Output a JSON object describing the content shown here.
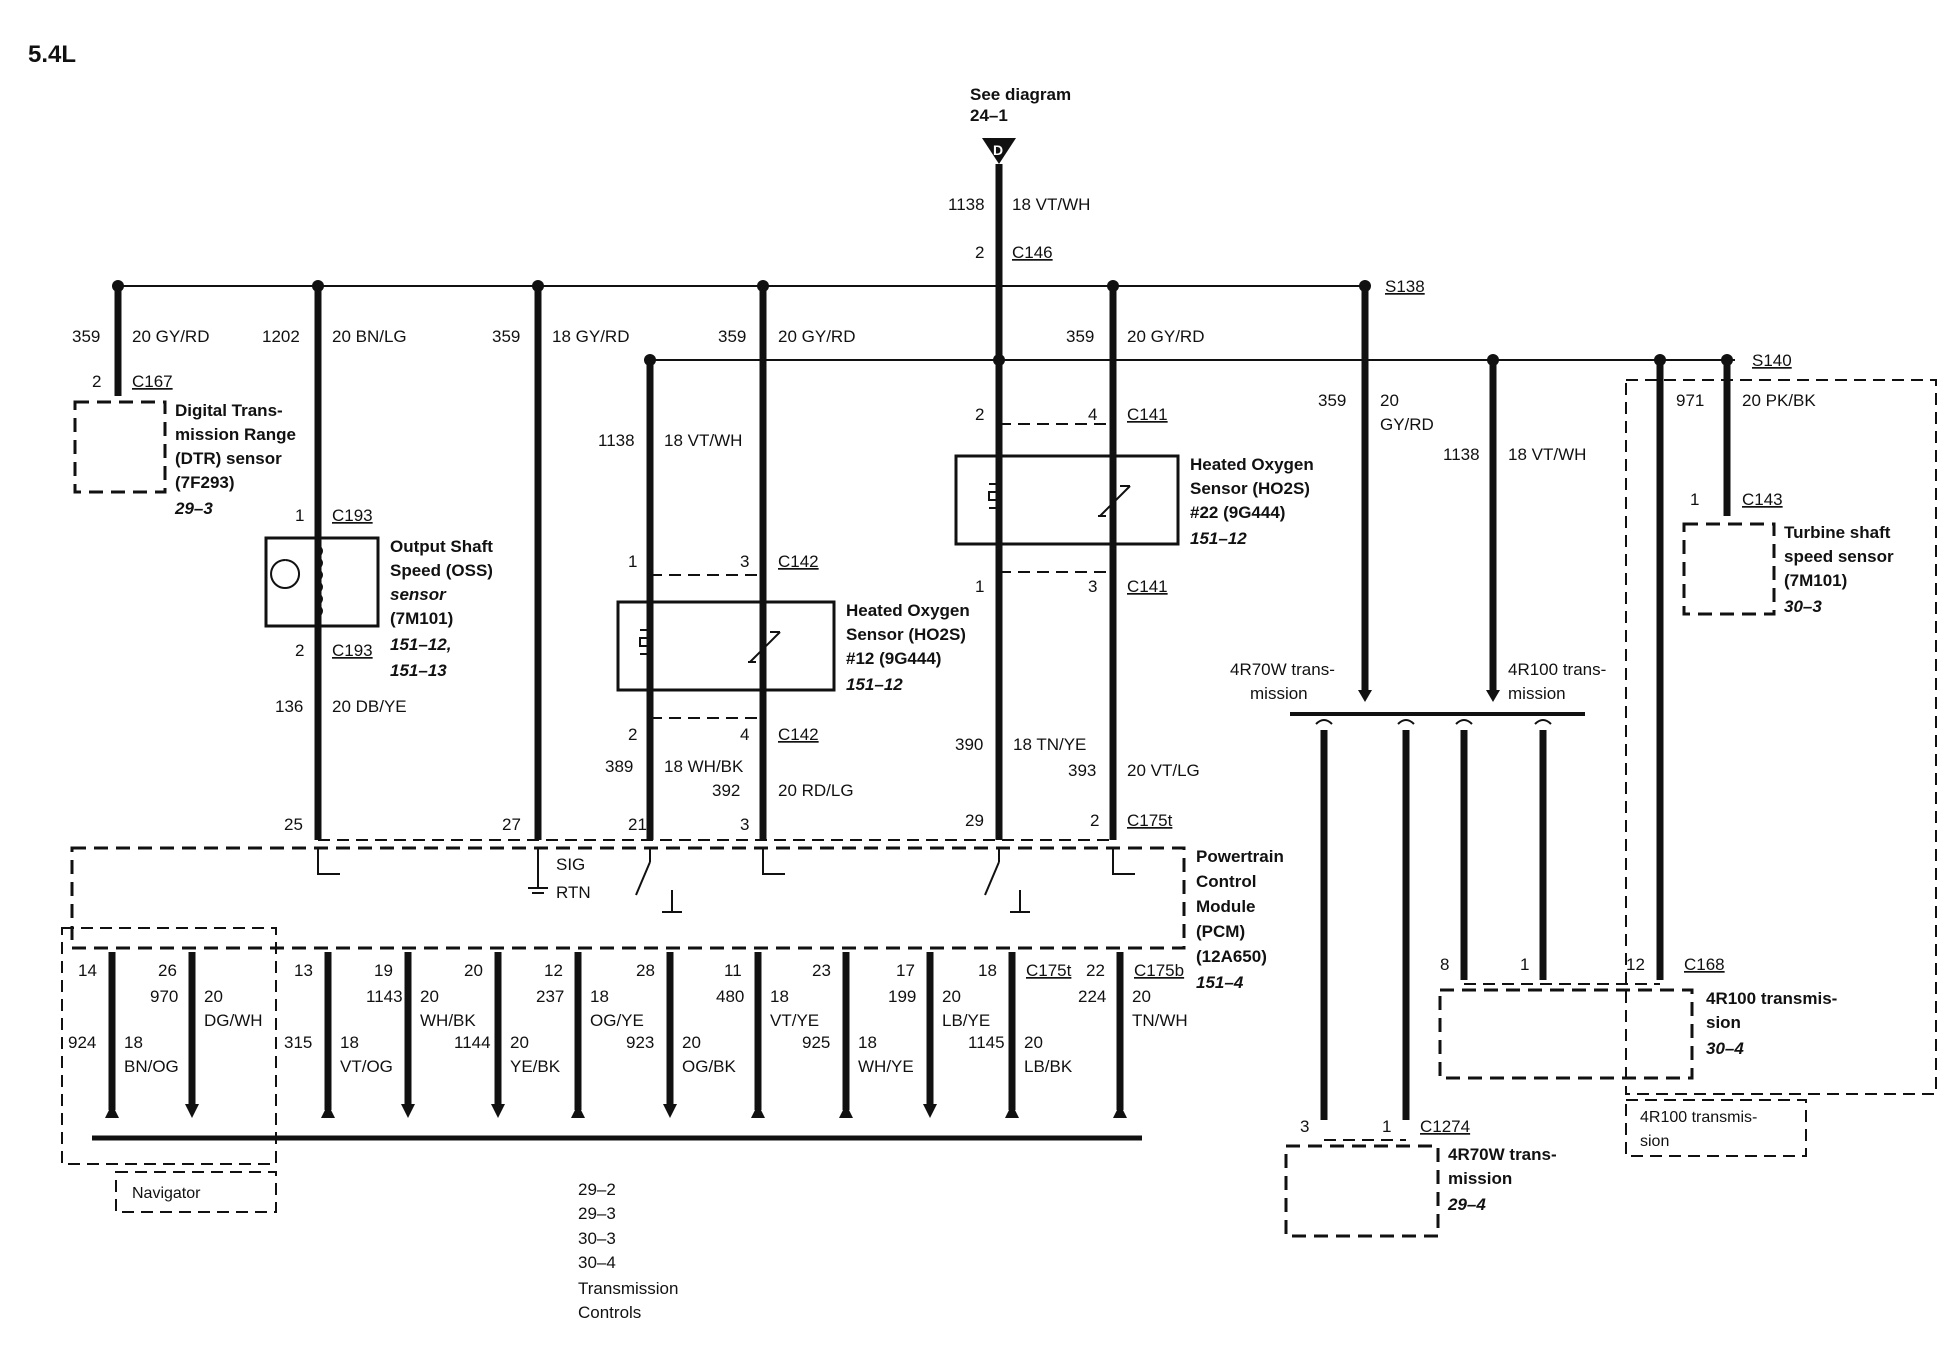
{
  "title": "5.4L",
  "reference": {
    "label": "See diagram",
    "page": "24–1",
    "connector_letter": "D"
  },
  "connectors": {
    "c146": "C146",
    "c167": "C167",
    "c193a": "C193",
    "c193b": "C193",
    "c142a": "C142",
    "c142b": "C142",
    "c141a": "C141",
    "c141b": "C141",
    "c175t": "C175t",
    "c175t_lower": "C175t",
    "c175b": "C175b",
    "c143": "C143",
    "c168": "C168",
    "c1274": "C1274",
    "s138": "S138",
    "s140": "S140"
  },
  "wires": {
    "top_circuit": "1138",
    "top_label": "18 VT/WH",
    "top_pin": "2",
    "dtr_circuit": "359",
    "dtr_label": "20 GY/RD",
    "dtr_pin": "2",
    "oss_circuit": "1202",
    "oss_label": "20 BN/LG",
    "sig_circuit": "359",
    "sig_label": "18 GY/RD",
    "ho12_top_circuit": "359",
    "ho12_top_label": "20 GY/RD",
    "ho12_left_circuit": "1138",
    "ho12_left_label": "18 VT/WH",
    "ho22_top_circuit": "359",
    "ho22_top_label": "20 GY/RD",
    "s138_circuit": "359",
    "s138_label_a": "20",
    "s138_label_b": "GY/RD",
    "r100_circuit": "1138",
    "r100_label": "18 VT/WH",
    "tss_circuit": "971",
    "tss_label": "20 PK/BK",
    "oss_out_circuit": "136",
    "oss_out_label": "20 DB/YE",
    "ho12_out_a_circuit": "389",
    "ho12_out_a_label": "18 WH/BK",
    "ho12_out_b_circuit": "392",
    "ho12_out_b_label": "20 RD/LG",
    "ho22_out_a_circuit": "390",
    "ho22_out_a_label": "18 TN/YE",
    "ho22_out_b_circuit": "393",
    "ho22_out_b_label": "20 VT/LG"
  },
  "pins": {
    "oss_1": "1",
    "oss_2": "2",
    "ho12_1": "1",
    "ho12_3": "3",
    "ho12_2": "2",
    "ho12_4": "4",
    "ho22_2": "2",
    "ho22_4": "4",
    "ho22_1": "1",
    "ho22_3": "3",
    "pcm_25": "25",
    "pcm_27": "27",
    "pcm_21": "21",
    "pcm_3": "3",
    "pcm_29": "29",
    "pcm_2": "2",
    "tss_1": "1",
    "c168_8": "8",
    "c168_1": "1",
    "c168_12": "12",
    "c1274_3": "3",
    "c1274_1": "1"
  },
  "components": {
    "dtr": [
      "Digital Trans-",
      "mission Range",
      "(DTR) sensor",
      "(7F293)"
    ],
    "dtr_ref": "29–3",
    "oss": [
      "Output Shaft",
      "Speed (OSS)"
    ],
    "oss_italic": "sensor",
    "oss_part": "(7M101)",
    "oss_ref": [
      "151–12,",
      "151–13"
    ],
    "ho12": [
      "Heated Oxygen",
      "Sensor (HO2S)",
      "#12 (9G444)"
    ],
    "ho12_ref": "151–12",
    "ho22": [
      "Heated Oxygen",
      "Sensor (HO2S)",
      "#22 (9G444)"
    ],
    "ho22_ref": "151–12",
    "tss": [
      "Turbine shaft",
      "speed sensor",
      "(7M101)"
    ],
    "tss_ref": "30–3",
    "pcm": [
      "Powertrain",
      "Control",
      "Module",
      "(PCM)",
      "(12A650)"
    ],
    "pcm_ref": "151–4",
    "pcm_sig": "SIG",
    "pcm_rtn": "RTN",
    "r100_module": [
      "4R100 transmis-",
      "sion"
    ],
    "r100_module_ref": "30–4",
    "r70_module": [
      "4R70W trans-",
      "mission"
    ],
    "r70_module_ref": "29–4"
  },
  "notes": {
    "r70w_branch": [
      "4R70W trans-",
      "mission"
    ],
    "r100_branch": [
      "4R100 trans-",
      "mission"
    ],
    "navigator": "Navigator",
    "r100_box": [
      "4R100 transmis-",
      "sion"
    ],
    "refs": [
      "29–2",
      "29–3",
      "30–3",
      "30–4",
      "Transmission",
      "Controls"
    ]
  },
  "pcm_outputs": [
    {
      "pin": "14",
      "circuit": "924",
      "gauge": "18",
      "color": "BN/OG"
    },
    {
      "pin": "26",
      "circuit": "970",
      "gauge": "20",
      "color": "DG/WH"
    },
    {
      "pin": "13",
      "circuit": "315",
      "gauge": "18",
      "color": "VT/OG"
    },
    {
      "pin": "19",
      "circuit": "1143",
      "gauge": "20",
      "color": "WH/BK"
    },
    {
      "pin": "20",
      "circuit": "1144",
      "gauge": "20",
      "color": "YE/BK"
    },
    {
      "pin": "12",
      "circuit": "237",
      "gauge": "18",
      "color": "OG/YE"
    },
    {
      "pin": "28",
      "circuit": "923",
      "gauge": "20",
      "color": "OG/BK"
    },
    {
      "pin": "11",
      "circuit": "480",
      "gauge": "18",
      "color": "VT/YE"
    },
    {
      "pin": "23",
      "circuit": "925",
      "gauge": "18",
      "color": "WH/YE"
    },
    {
      "pin": "17",
      "circuit": "199",
      "gauge": "20",
      "color": "LB/YE"
    },
    {
      "pin": "18",
      "circuit": "1145",
      "gauge": "20",
      "color": "LB/BK"
    },
    {
      "pin": "22",
      "circuit": "224",
      "gauge": "20",
      "color": "TN/WH"
    }
  ]
}
